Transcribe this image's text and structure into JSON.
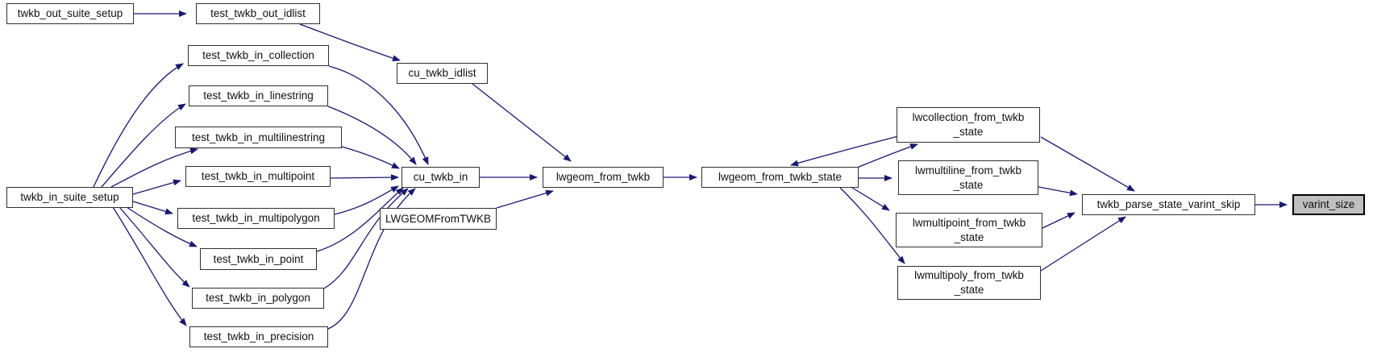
{
  "diagram": {
    "type": "call-graph",
    "colors": {
      "edge": "#191970",
      "node_fill": "#ffffff",
      "node_border": "#2f2f2f",
      "highlight_fill": "#bfbfbf",
      "background": "#ffffff"
    }
  },
  "nodes": [
    {
      "id": "twkb_out_suite_setup",
      "label": "twkb_out_suite_setup"
    },
    {
      "id": "test_twkb_out_idlist",
      "label": "test_twkb_out_idlist"
    },
    {
      "id": "twkb_in_suite_setup",
      "label": "twkb_in_suite_setup"
    },
    {
      "id": "test_twkb_in_collection",
      "label": "test_twkb_in_collection"
    },
    {
      "id": "test_twkb_in_linestring",
      "label": "test_twkb_in_linestring"
    },
    {
      "id": "test_twkb_in_multilinestring",
      "label": "test_twkb_in_multilinestring"
    },
    {
      "id": "test_twkb_in_multipoint",
      "label": "test_twkb_in_multipoint"
    },
    {
      "id": "test_twkb_in_multipolygon",
      "label": "test_twkb_in_multipolygon"
    },
    {
      "id": "test_twkb_in_point",
      "label": "test_twkb_in_point"
    },
    {
      "id": "test_twkb_in_polygon",
      "label": "test_twkb_in_polygon"
    },
    {
      "id": "test_twkb_in_precision",
      "label": "test_twkb_in_precision"
    },
    {
      "id": "cu_twkb_idlist",
      "label": "cu_twkb_idlist"
    },
    {
      "id": "cu_twkb_in",
      "label": "cu_twkb_in"
    },
    {
      "id": "LWGEOMFromTWKB",
      "label": "LWGEOMFromTWKB"
    },
    {
      "id": "lwgeom_from_twkb",
      "label": "lwgeom_from_twkb"
    },
    {
      "id": "lwgeom_from_twkb_state",
      "label": "lwgeom_from_twkb_state"
    },
    {
      "id": "lwcollection_from_twkb_state",
      "label": "lwcollection_from_twkb\n_state"
    },
    {
      "id": "lwmultiline_from_twkb_state",
      "label": "lwmultiline_from_twkb\n_state"
    },
    {
      "id": "lwmultipoint_from_twkb_state",
      "label": "lwmultipoint_from_twkb\n_state"
    },
    {
      "id": "lwmultipoly_from_twkb_state",
      "label": "lwmultipoly_from_twkb\n_state"
    },
    {
      "id": "twkb_parse_state_varint_skip",
      "label": "twkb_parse_state_varint_skip"
    },
    {
      "id": "varint_size",
      "label": "varint_size"
    }
  ],
  "edges": [
    {
      "from": "twkb_out_suite_setup",
      "to": "test_twkb_out_idlist"
    },
    {
      "from": "test_twkb_out_idlist",
      "to": "cu_twkb_idlist"
    },
    {
      "from": "cu_twkb_idlist",
      "to": "lwgeom_from_twkb"
    },
    {
      "from": "twkb_in_suite_setup",
      "to": "test_twkb_in_collection"
    },
    {
      "from": "twkb_in_suite_setup",
      "to": "test_twkb_in_linestring"
    },
    {
      "from": "twkb_in_suite_setup",
      "to": "test_twkb_in_multilinestring"
    },
    {
      "from": "twkb_in_suite_setup",
      "to": "test_twkb_in_multipoint"
    },
    {
      "from": "twkb_in_suite_setup",
      "to": "test_twkb_in_multipolygon"
    },
    {
      "from": "twkb_in_suite_setup",
      "to": "test_twkb_in_point"
    },
    {
      "from": "twkb_in_suite_setup",
      "to": "test_twkb_in_polygon"
    },
    {
      "from": "twkb_in_suite_setup",
      "to": "test_twkb_in_precision"
    },
    {
      "from": "test_twkb_in_collection",
      "to": "cu_twkb_in"
    },
    {
      "from": "test_twkb_in_linestring",
      "to": "cu_twkb_in"
    },
    {
      "from": "test_twkb_in_multilinestring",
      "to": "cu_twkb_in"
    },
    {
      "from": "test_twkb_in_multipoint",
      "to": "cu_twkb_in"
    },
    {
      "from": "test_twkb_in_multipolygon",
      "to": "cu_twkb_in"
    },
    {
      "from": "test_twkb_in_point",
      "to": "cu_twkb_in"
    },
    {
      "from": "test_twkb_in_polygon",
      "to": "cu_twkb_in"
    },
    {
      "from": "test_twkb_in_precision",
      "to": "cu_twkb_in"
    },
    {
      "from": "cu_twkb_in",
      "to": "lwgeom_from_twkb"
    },
    {
      "from": "LWGEOMFromTWKB",
      "to": "lwgeom_from_twkb"
    },
    {
      "from": "lwgeom_from_twkb",
      "to": "lwgeom_from_twkb_state"
    },
    {
      "from": "lwgeom_from_twkb_state",
      "to": "lwcollection_from_twkb_state"
    },
    {
      "from": "lwcollection_from_twkb_state",
      "to": "lwgeom_from_twkb_state"
    },
    {
      "from": "lwgeom_from_twkb_state",
      "to": "lwmultiline_from_twkb_state"
    },
    {
      "from": "lwgeom_from_twkb_state",
      "to": "lwmultipoint_from_twkb_state"
    },
    {
      "from": "lwgeom_from_twkb_state",
      "to": "lwmultipoly_from_twkb_state"
    },
    {
      "from": "lwcollection_from_twkb_state",
      "to": "twkb_parse_state_varint_skip"
    },
    {
      "from": "lwmultiline_from_twkb_state",
      "to": "twkb_parse_state_varint_skip"
    },
    {
      "from": "lwmultipoint_from_twkb_state",
      "to": "twkb_parse_state_varint_skip"
    },
    {
      "from": "lwmultipoly_from_twkb_state",
      "to": "twkb_parse_state_varint_skip"
    },
    {
      "from": "twkb_parse_state_varint_skip",
      "to": "varint_size"
    }
  ]
}
